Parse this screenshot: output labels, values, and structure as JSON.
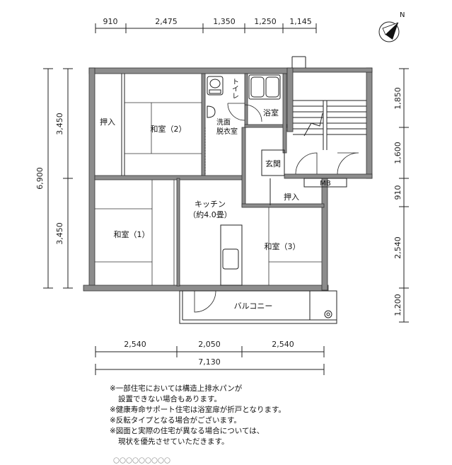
{
  "dimensions": {
    "top": [
      "910",
      "2,475",
      "1,350",
      "1,250",
      "1,145"
    ],
    "bottom_parts": [
      "2,540",
      "2,050",
      "2,540"
    ],
    "bottom_total": "7,130",
    "left_total": "6,900",
    "left_parts": [
      "3,450",
      "3,450"
    ],
    "right": [
      "1,850",
      "1,600",
      "910",
      "2,540",
      "1,200"
    ]
  },
  "compass": {
    "label": "N"
  },
  "rooms": {
    "oshiire_1": "押入",
    "washitsu_2": "和室（2）",
    "toilet": "トイレ",
    "senmen_1": "洗面",
    "senmen_2": "脱衣室",
    "bath": "浴室",
    "genkan": "玄関",
    "mb": "MB",
    "oshiire_2": "押入",
    "kitchen_1": "キッチン",
    "kitchen_2": "（約4.0畳）",
    "washitsu_1": "和室（1）",
    "washitsu_3": "和室（3）",
    "balcony": "バルコニー"
  },
  "notes": [
    "※一部住宅においては構造上排水パンが",
    "設置できない場合もあります。",
    "※健康寿命サポート住宅は浴室扉が折戸となります。",
    "※反転タイプとなる場合がございます。",
    "※図面と実際の住宅が異なる場合については、",
    "現状を優先させていただきます。"
  ],
  "footer": "〇〇〇〇〇〇〇〇〇"
}
